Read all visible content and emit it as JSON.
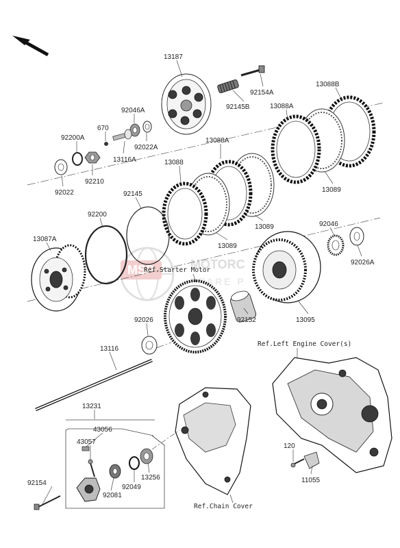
{
  "labels": {
    "p13187": "13187",
    "p92154A": "92154A",
    "p13088B": "13088B",
    "p92046A": "92046A",
    "p92145B": "92145B",
    "p13088A_top": "13088A",
    "p670": "670",
    "p92200A": "92200A",
    "p92022A": "92022A",
    "p13088A_mid": "13088A",
    "p13116A": "13116A",
    "p13088": "13088",
    "p92210": "92210",
    "p92022": "92022",
    "p92145": "92145",
    "p13089_right": "13089",
    "p92200": "92200",
    "p13089_mid": "13089",
    "p92046": "92046",
    "p13087A": "13087A",
    "p13089_low": "13089",
    "p92026A": "92026A",
    "p92026": "92026",
    "p92152": "92152",
    "p13095": "13095",
    "p13116": "13116",
    "p13231": "13231",
    "p43056": "43056",
    "p43057": "43057",
    "p13256": "13256",
    "p92049": "92049",
    "p92081": "92081",
    "p92154": "92154",
    "p120": "120",
    "p11055": "11055"
  },
  "references": {
    "starter_motor": "Ref.Starter Motor",
    "left_engine_cover": "Ref.Left Engine Cover(s)",
    "chain_cover": "Ref.Chain Cover"
  },
  "watermark": {
    "brand": "MSP",
    "line1": "MOTORC",
    "line2": "SPARE P"
  },
  "colors": {
    "ink": "#222222",
    "watermark": "#d9d9d9",
    "watermark_badge": "#f2c9c9"
  }
}
